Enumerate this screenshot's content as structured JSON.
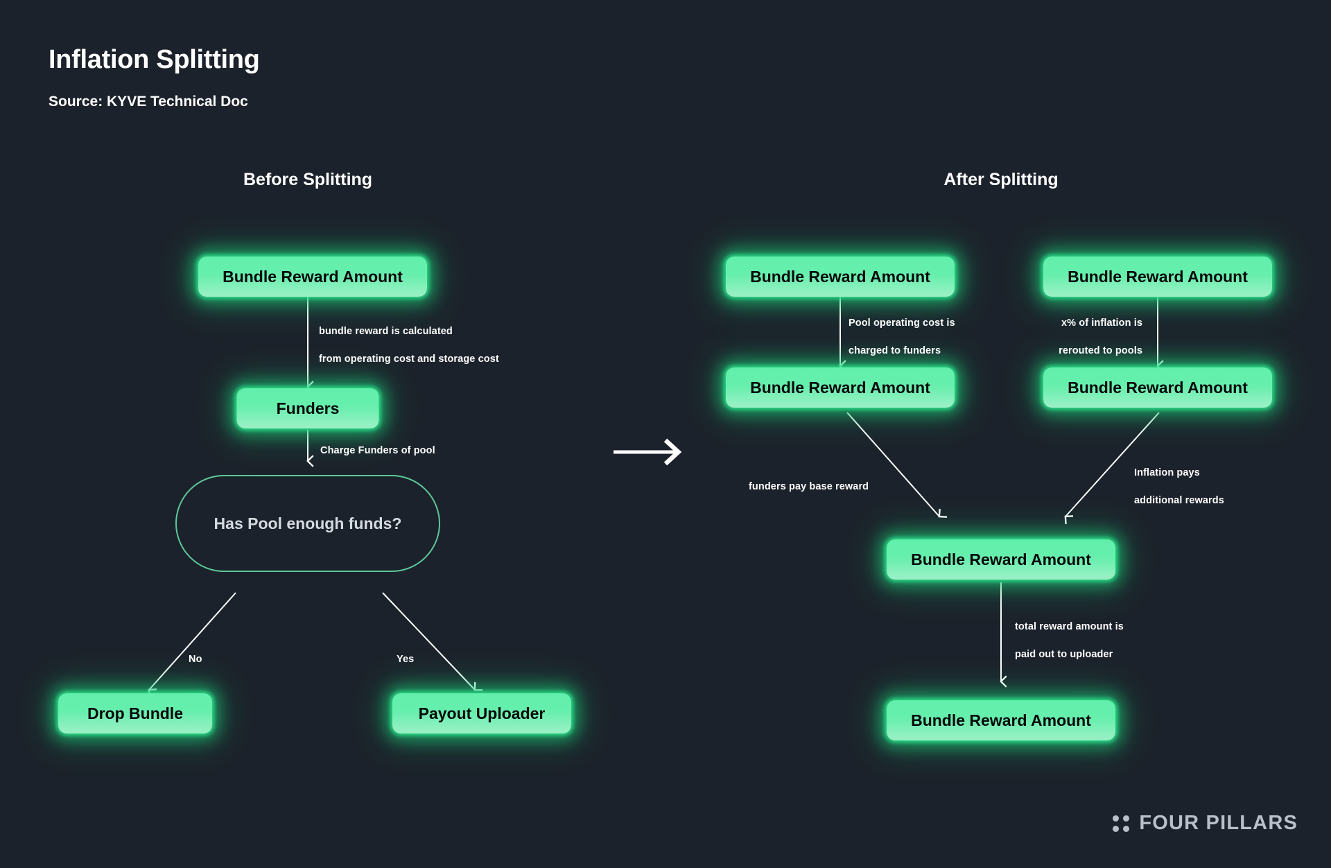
{
  "header": {
    "title": "Inflation Splitting",
    "subtitle": "Source: KYVE Technical Doc"
  },
  "colors": {
    "background": "#1c222b",
    "node_fill": "#66efad",
    "node_glow": "#20d67f",
    "node_text": "#05070a",
    "decision_border": "#5cc99a",
    "decision_text": "#d5dae0",
    "edge_stroke": "#ffffff",
    "label_text": "#ffffff",
    "brand_text": "#b9c0c9"
  },
  "columns": [
    {
      "id": "before",
      "heading": "Before Splitting"
    },
    {
      "id": "after",
      "heading": "After Splitting"
    }
  ],
  "nodes": [
    {
      "id": "b-bundle-reward",
      "label": "Bundle Reward Amount",
      "shape": "pill"
    },
    {
      "id": "b-funders",
      "label": "Funders",
      "shape": "pill"
    },
    {
      "id": "b-decision",
      "label": "Has Pool enough funds?",
      "shape": "stadium"
    },
    {
      "id": "b-drop-bundle",
      "label": "Drop Bundle",
      "shape": "pill"
    },
    {
      "id": "b-payout-uploader",
      "label": "Payout Uploader",
      "shape": "pill"
    },
    {
      "id": "a-bundle-reward-left-top",
      "label": "Bundle Reward Amount",
      "shape": "pill"
    },
    {
      "id": "a-bundle-reward-right-top",
      "label": "Bundle Reward Amount",
      "shape": "pill"
    },
    {
      "id": "a-bundle-reward-left-mid",
      "label": "Bundle Reward Amount",
      "shape": "pill"
    },
    {
      "id": "a-bundle-reward-right-mid",
      "label": "Bundle Reward Amount",
      "shape": "pill"
    },
    {
      "id": "a-bundle-reward-merge",
      "label": "Bundle Reward Amount",
      "shape": "pill"
    },
    {
      "id": "a-bundle-reward-final",
      "label": "Bundle Reward Amount",
      "shape": "pill"
    }
  ],
  "edge_labels": {
    "bundle_calc_line1": "bundle reward is calculated",
    "bundle_calc_line2": "from operating cost and storage cost",
    "charge_funders": "Charge Funders of pool",
    "branch_no": "No",
    "branch_yes": "Yes",
    "pool_cost_line1": "Pool operating cost is",
    "pool_cost_line2": "charged to funders",
    "inflation_line1": "x% of inflation is",
    "inflation_line2": "rerouted to pools",
    "funders_pay": "funders pay base reward",
    "inflation_pays_line1": "Inflation pays",
    "inflation_pays_line2": "additional rewards",
    "total_reward_line1": "total reward amount is",
    "total_reward_line2": "paid out to uploader"
  },
  "brand": {
    "name": "FOUR PILLARS",
    "icon": "four-dots-icon"
  }
}
